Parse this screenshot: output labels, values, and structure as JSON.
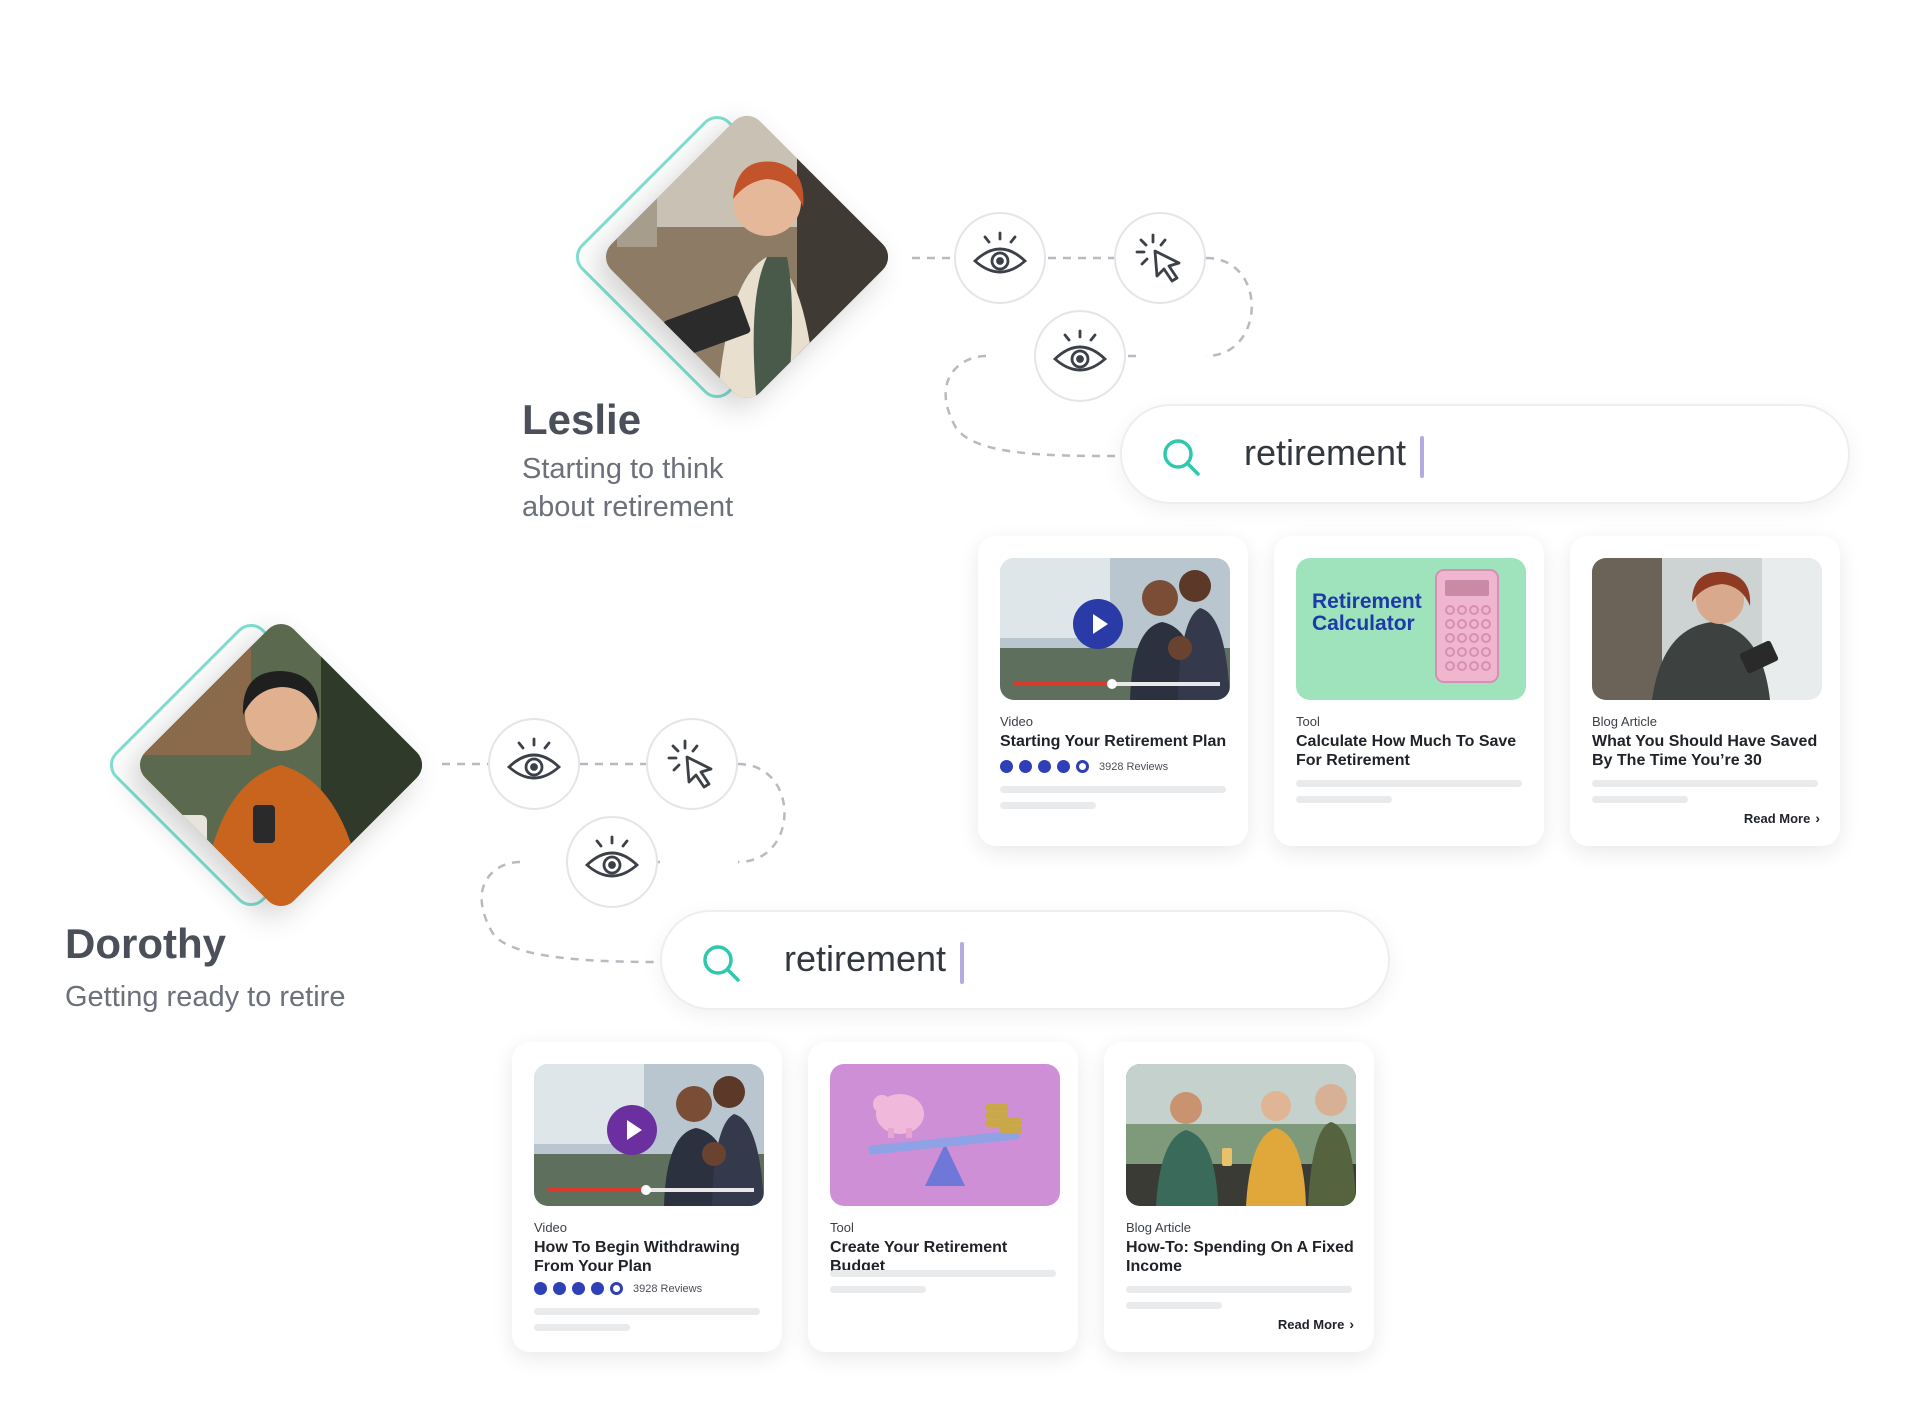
{
  "personas": [
    {
      "name": "Leslie",
      "description_lines": [
        "Starting to think",
        "about retirement"
      ]
    },
    {
      "name": "Dorothy",
      "description_lines": [
        "Getting ready to retire"
      ]
    }
  ],
  "icons": {
    "view": "eye-icon",
    "click": "cursor-click-icon",
    "search": "search-icon"
  },
  "searches": [
    {
      "query": "retirement"
    },
    {
      "query": "retirement"
    }
  ],
  "leslie_cards": [
    {
      "type": "Video",
      "title": "Starting Your Retirement Plan",
      "rating": 4,
      "reviews": "3928 Reviews"
    },
    {
      "type": "Tool",
      "title": "Calculate How Much To Save For Retirement",
      "thumb_text_lines": [
        "Retirement",
        "Calculator"
      ]
    },
    {
      "type": "Blog Article",
      "title": "What You Should Have Saved By The Time You’re 30",
      "link": "Read More"
    }
  ],
  "dorothy_cards": [
    {
      "type": "Video",
      "title": "How To Begin Withdrawing From Your Plan",
      "rating": 4,
      "reviews": "3928 Reviews"
    },
    {
      "type": "Tool",
      "title": "Create Your Retirement Budget"
    },
    {
      "type": "Blog Article",
      "title": "How-To: Spending On A Fixed Income",
      "link": "Read More"
    }
  ],
  "colors": {
    "accent_teal": "#2ec9ad",
    "rating_blue": "#2f3fb8",
    "play_blue": "#2a3aa6",
    "play_purple": "#6b2fa0",
    "caret": "#b4a9e0"
  }
}
